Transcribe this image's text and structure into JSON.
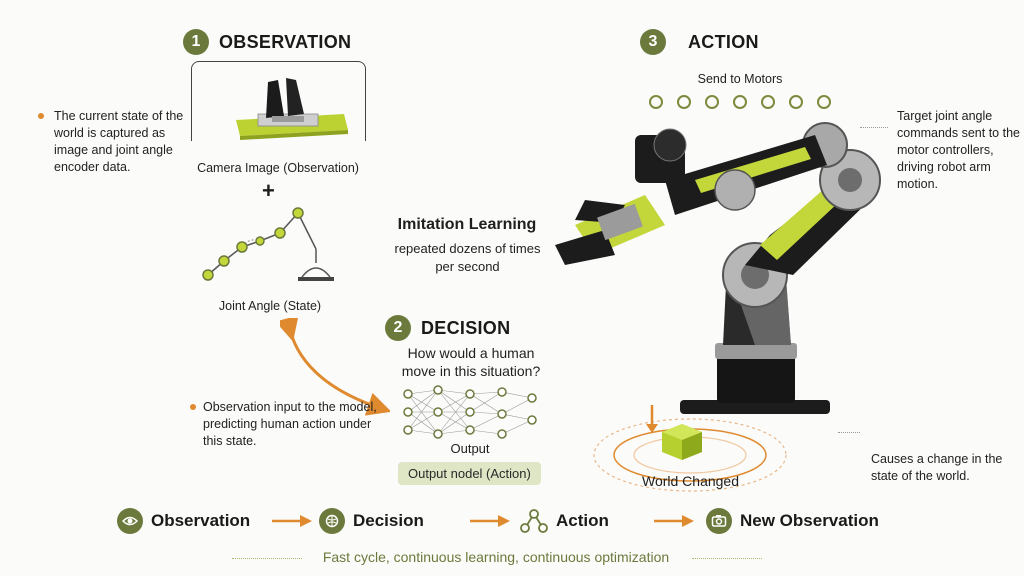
{
  "observation": {
    "number": "1",
    "title": "OBSERVATION",
    "description": "The current state of the world is captured as image and joint angle encoder data.",
    "camera_caption": "Camera Image (Observation)",
    "plus": "+",
    "joint_caption": "Joint Angle (State)"
  },
  "action": {
    "number": "3",
    "title": "ACTION",
    "send_label": "Send to Motors",
    "motor_count": 7,
    "description": "Target joint angle commands sent to the motor controllers, driving robot arm motion."
  },
  "imitation": {
    "title": "Imitation Learning",
    "subtitle": "repeated dozens of times per second"
  },
  "decision": {
    "number": "2",
    "title": "DECISION",
    "question": "How would a human move in this situation?",
    "output_label": "Output",
    "output_pill": "Output nodel (Action)",
    "note": "Observation input to the model, predicting human action under this state."
  },
  "world": {
    "changed_label": "World Changed",
    "note": "Causes a change in the state of the world."
  },
  "flow": {
    "steps": [
      {
        "label": "Observation",
        "icon": "eye-icon"
      },
      {
        "label": "Decision",
        "icon": "brain-icon"
      },
      {
        "label": "Action",
        "icon": "nodes-icon"
      },
      {
        "label": "New Observation",
        "icon": "camera-icon"
      }
    ],
    "footer": "Fast cycle, continuous learning, continuous optimization"
  },
  "colors": {
    "accent_green": "#6b7a3c",
    "lime": "#c3d63a",
    "orange": "#e08a2f"
  }
}
